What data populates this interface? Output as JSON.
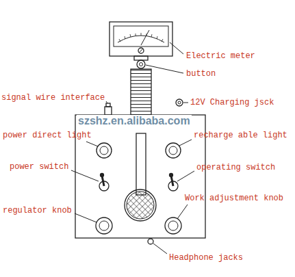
{
  "diagram": {
    "labels": [
      "Electric meter",
      "button",
      "signal wire interface",
      "12V Charging jsck",
      "power direct light",
      "recharge able light",
      "power switch",
      "operating switch",
      "regulator knob",
      "Work adjustment knob",
      "Headphone jacks",
      "szshz.en.alibaba.com"
    ]
  }
}
